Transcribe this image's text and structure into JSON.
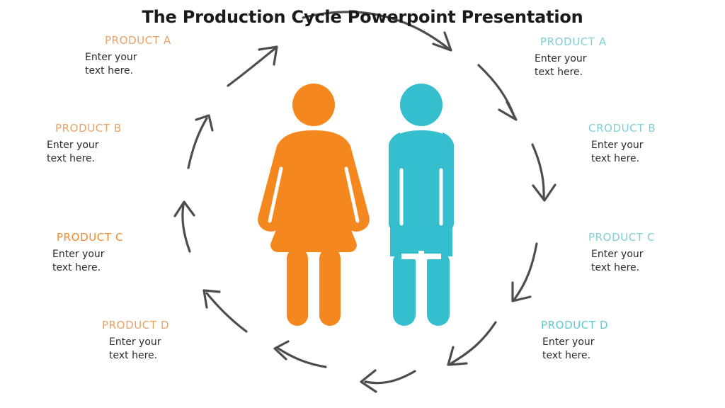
{
  "slide": {
    "title": "The Production Cycle Powerpoint Presentation",
    "background_color": "#ffffff"
  },
  "colors": {
    "orange": "#F5871F",
    "orange_light": "#E8A166",
    "teal": "#35BECE",
    "teal_light": "#7FCFD4",
    "arrow_gray": "#4d4d4d",
    "body_text": "#2b2b2b",
    "title_text": "#1a1a1a"
  },
  "figures": {
    "left_figure": "female-pictogram",
    "left_figure_color": "#F5871F",
    "right_figure": "male-pictogram",
    "right_figure_color": "#35BECE"
  },
  "arrows": {
    "direction": "clockwise",
    "count": 8,
    "color": "#4d4d4d",
    "style": "curved-open-arrowhead"
  },
  "callouts": {
    "left": [
      {
        "label": "PRODUCT A",
        "text": "Enter your\ntext here.",
        "color": "#E8A166"
      },
      {
        "label": "PRODUCT B",
        "text": "Enter your\ntext here.",
        "color": "#E8A166"
      },
      {
        "label": "PRODUCT C",
        "text": "Enter your\ntext here.",
        "color": "#F08A2E"
      },
      {
        "label": "PRODUCT D",
        "text": "Enter your\ntext here.",
        "color": "#E8A166"
      }
    ],
    "right": [
      {
        "label": "PRODUCT A",
        "text": "Enter your\ntext here.",
        "color": "#7FCFD4"
      },
      {
        "label": "CRODUCT B",
        "text": "Enter your\ntext here.",
        "color": "#7FCFD4"
      },
      {
        "label": "PRODUCT C",
        "text": "Enter your\ntext here.",
        "color": "#7FCFD4"
      },
      {
        "label": "PRODUCT D",
        "text": "Enter your\ntext here.",
        "color": "#5FC6CE"
      }
    ]
  }
}
